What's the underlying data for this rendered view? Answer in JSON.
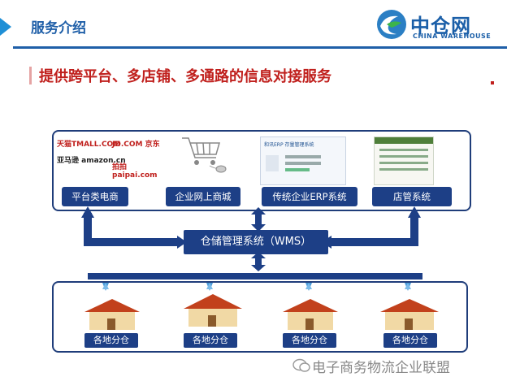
{
  "header": {
    "title": "服务介绍"
  },
  "logo": {
    "name": "中仓网",
    "sub": "CHINA WAREHOUSE"
  },
  "subtitle": "提供跨平台、多店铺、多通路的信息对接服务",
  "top_nodes": [
    {
      "label": "平台类电商"
    },
    {
      "label": "企业网上商城"
    },
    {
      "label": "传统企业ERP系统"
    },
    {
      "label": "店管系统"
    }
  ],
  "platform_logos": {
    "tmall": "天猫TMALL.COM",
    "jd": "JD.COM 京东",
    "amazon": "亚马逊 amazon.cn",
    "paipai": "拍拍 paipai.com"
  },
  "erp_screen_title": "和讯ERP 存量管理系统",
  "wms": {
    "label": "仓储管理系统（WMS）"
  },
  "warehouses": [
    {
      "label": "各地分仓"
    },
    {
      "label": "各地分仓"
    },
    {
      "label": "各地分仓"
    },
    {
      "label": "各地分仓"
    }
  ],
  "watermark": "电子商务物流企业联盟",
  "colors": {
    "brand_blue": "#1d3f86",
    "accent_red": "#c0201d",
    "title_blue": "#1f5fa8"
  }
}
